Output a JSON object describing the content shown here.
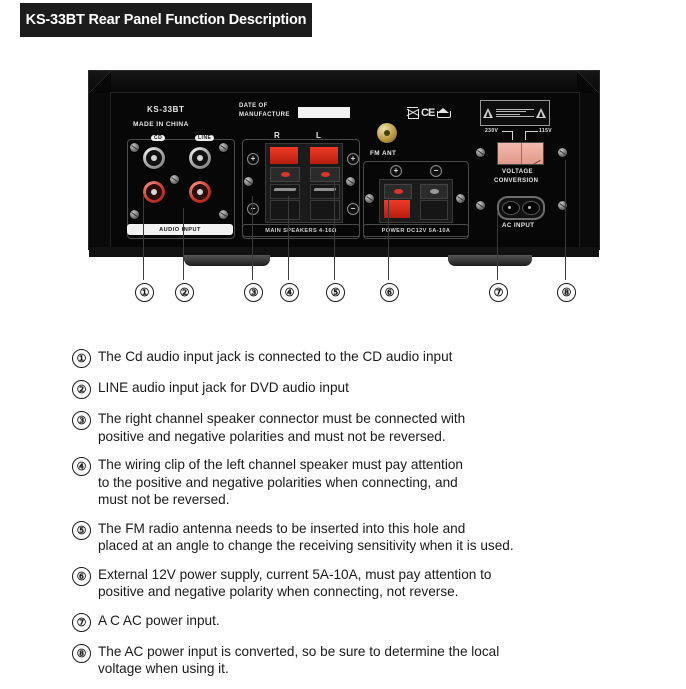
{
  "title_bar": {
    "text": "KS-33BT Rear Panel Function Description"
  },
  "device_panel": {
    "model": "KS-33BT",
    "origin": "MADE IN CHINA",
    "date_of_manufacture_line1": "DATE OF",
    "date_of_manufacture_line2": "MANUFACTURE",
    "date_field_value": "",
    "audio_input_strip": "AUDIO INPUT",
    "jack_labels": {
      "cd": "CD",
      "line": "LINE"
    },
    "speaker_channel_right": "R",
    "speaker_channel_left": "L",
    "main_speakers_strip": "MAIN SPEAKERS 4-16Ω",
    "fm_antenna_label": "FM ANT",
    "power_dc_strip": "POWER DC12V  5A-10A",
    "plus_symbol": "+",
    "minus_symbol": "−",
    "voltage_left": "230V",
    "voltage_right": "115V",
    "voltage_conversion_line1": "VOLTAGE",
    "voltage_conversion_line2": "CONVERSION",
    "ac_input_label": "AC INPUT",
    "cert_ce": "CE"
  },
  "callout_numbers": [
    "①",
    "②",
    "③",
    "④",
    "⑤",
    "⑥",
    "⑦",
    "⑧"
  ],
  "descriptions": [
    {
      "num": "①",
      "lines": [
        "The Cd audio input jack is connected to the CD audio input"
      ]
    },
    {
      "num": "②",
      "lines": [
        "LINE audio input jack for DVD audio input"
      ]
    },
    {
      "num": "③",
      "lines": [
        "The right channel speaker connector must be connected with",
        "positive and negative polarities and must not be reversed."
      ]
    },
    {
      "num": "④",
      "lines": [
        "The wiring clip of the left channel speaker must pay attention",
        " to the positive and negative polarities when connecting, and",
        "must not be reversed."
      ]
    },
    {
      "num": "⑤",
      "lines": [
        "The FM radio antenna needs to be inserted into this hole and",
        "placed at an angle to change the receiving sensitivity when it is used."
      ]
    },
    {
      "num": "⑥",
      "lines": [
        "External 12V power supply, current 5A-10A, must pay attention to",
        "positive and negative polarity when connecting, not reverse."
      ]
    },
    {
      "num": "⑦",
      "lines": [
        "A C AC power input."
      ]
    },
    {
      "num": "⑧",
      "lines": [
        "The AC power input is converted, so be sure to determine the local",
        " voltage when using it."
      ]
    }
  ],
  "colors": {
    "title_bar_bg": "#1c1c1c",
    "panel_black": "#070707",
    "speaker_red": "#ef3b28",
    "rca_red": "#c0352a",
    "voltage_switch": "#f4b9ad",
    "fm_gold": "#b99a45",
    "page_bg": "#ffffff"
  }
}
